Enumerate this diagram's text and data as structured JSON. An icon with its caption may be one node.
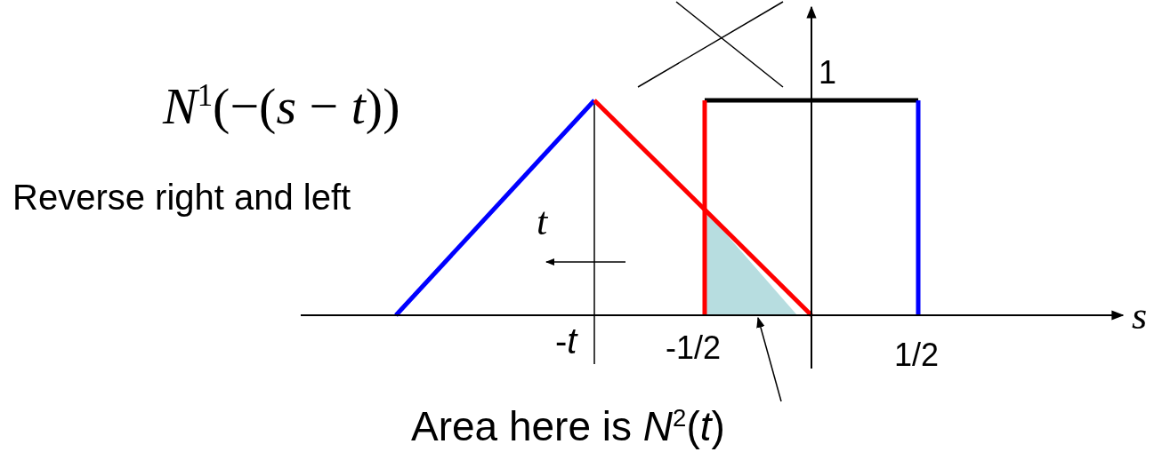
{
  "diagram": {
    "nodes": [
      {
        "text": [
          "Area here is *N*$^{2}$(*t*)"
        ]
      },
      {
        "text": [],
        "shape": "triangle"
      }
    ],
    "edges": [
      {
        "from": 0,
        "to": 1,
        "arrow": "to"
      }
    ],
    "labels": [
      "*N*$^{1}$(−(*s* − *t*))",
      "Reverse right and left",
      "t",
      "1",
      "s",
      "-*t*",
      "-1/2",
      "1/2"
    ]
  }
}
